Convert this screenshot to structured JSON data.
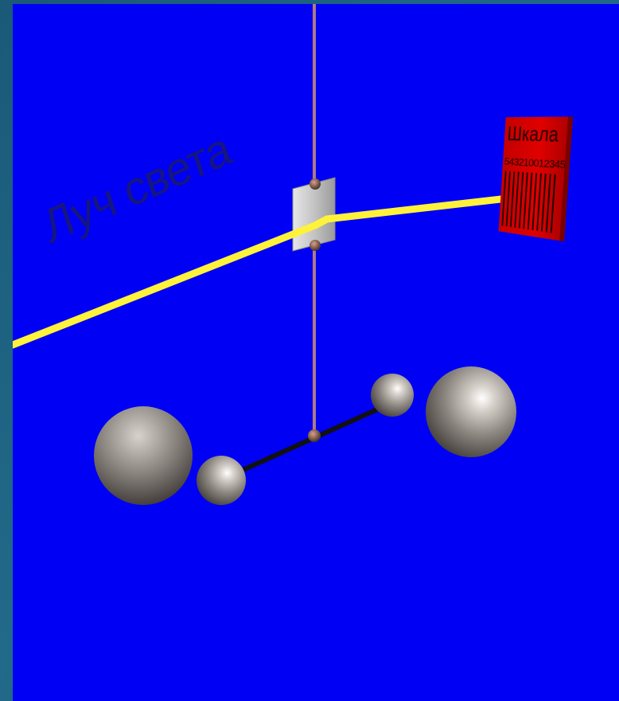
{
  "beam_label": "Луч света",
  "scale": {
    "title": "Шкала",
    "digits": "543210012345"
  },
  "colors": {
    "background": "#0000f5",
    "frame": "#1d5f7e",
    "beam": "#ffff33",
    "scale_board": "#d80000",
    "thread": "#b07a86",
    "sphere": "#8a8480"
  }
}
